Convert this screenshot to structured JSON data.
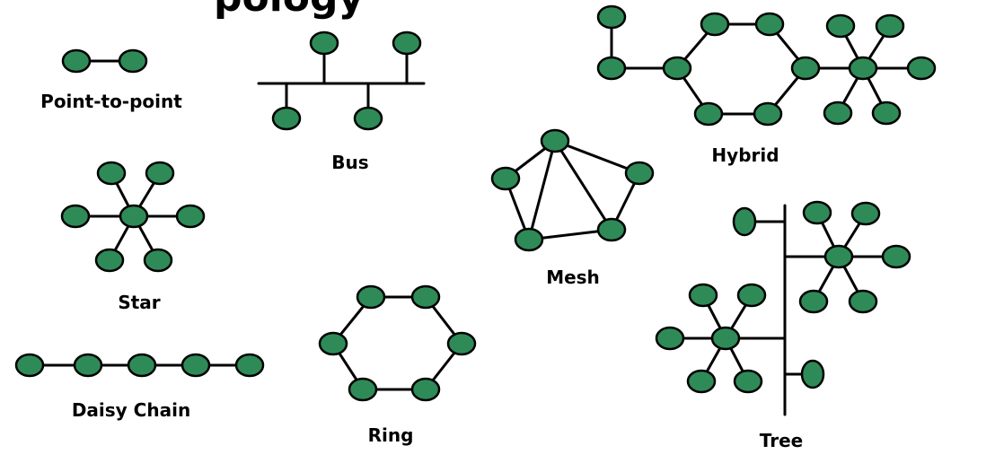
{
  "header": {
    "title_fragment": "pology"
  },
  "colors": {
    "node_fill": "#2e8b57",
    "node_stroke": "#000000",
    "line": "#000000",
    "background": "#ffffff"
  },
  "labels": {
    "point_to_point": "Point-to-point",
    "bus": "Bus",
    "star": "Star",
    "mesh": "Mesh",
    "hybrid": "Hybrid",
    "ring": "Ring",
    "daisy_chain": "Daisy Chain",
    "tree": "Tree"
  }
}
